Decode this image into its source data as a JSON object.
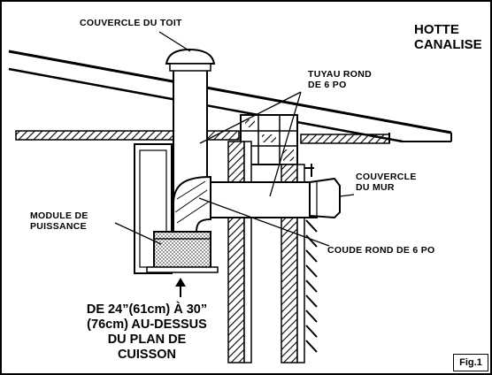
{
  "title": {
    "line1": "HOTTE",
    "line2": "CANALISE"
  },
  "labels": {
    "roof_cap": "COUVERCLE DU TOIT",
    "pipe_line1": "TUYAU ROND",
    "pipe_line2": "DE 6 PO",
    "wall_cap_line1": "COUVERCLE",
    "wall_cap_line2": "DU MUR",
    "power_module_line1": "MODULE DE",
    "power_module_line2": "PUISSANCE",
    "elbow": "COUDE ROND DE 6 PO"
  },
  "height_note": {
    "line1": "DE 24”(61cm) À 30”",
    "line2": "(76cm) AU-DESSUS",
    "line3": "DU PLAN DE",
    "line4": "CUISSON"
  },
  "figure_label": "Fig.1"
}
